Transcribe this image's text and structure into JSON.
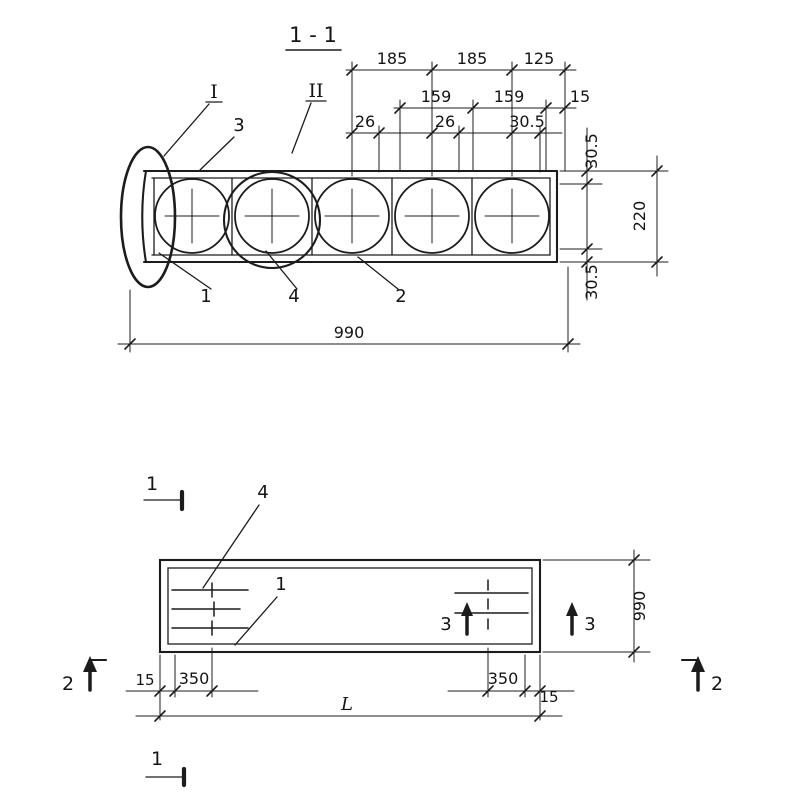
{
  "colors": {
    "ink": "#1c1c1c",
    "paper": "#ffffff"
  },
  "drawing": {
    "title": "1 - 1",
    "section_view": {
      "detail_I": "I",
      "detail_II": "II",
      "label_1": "1",
      "label_2": "2",
      "label_3": "3",
      "label_4": "4",
      "dim_185_a": "185",
      "dim_185_b": "185",
      "dim_125": "125",
      "dim_159_a": "159",
      "dim_159_b": "159",
      "dim_15": "15",
      "dim_26_a": "26",
      "dim_26_b": "26",
      "dim_305_inner": "30.5",
      "dim_305_top": "30.5",
      "dim_220": "220",
      "dim_305_bottom": "30.5",
      "dim_990": "990"
    },
    "plan_view": {
      "label_1": "1",
      "label_4": "4",
      "marker_1_top": "1",
      "marker_1_bottom": "1",
      "marker_2_left": "2",
      "marker_2_right": "2",
      "marker_3_inner": "3",
      "marker_3_outer": "3",
      "dim_15_left": "15",
      "dim_350_left": "350",
      "dim_L": "L",
      "dim_350_right": "350",
      "dim_15_right": "15",
      "dim_990": "990"
    }
  }
}
